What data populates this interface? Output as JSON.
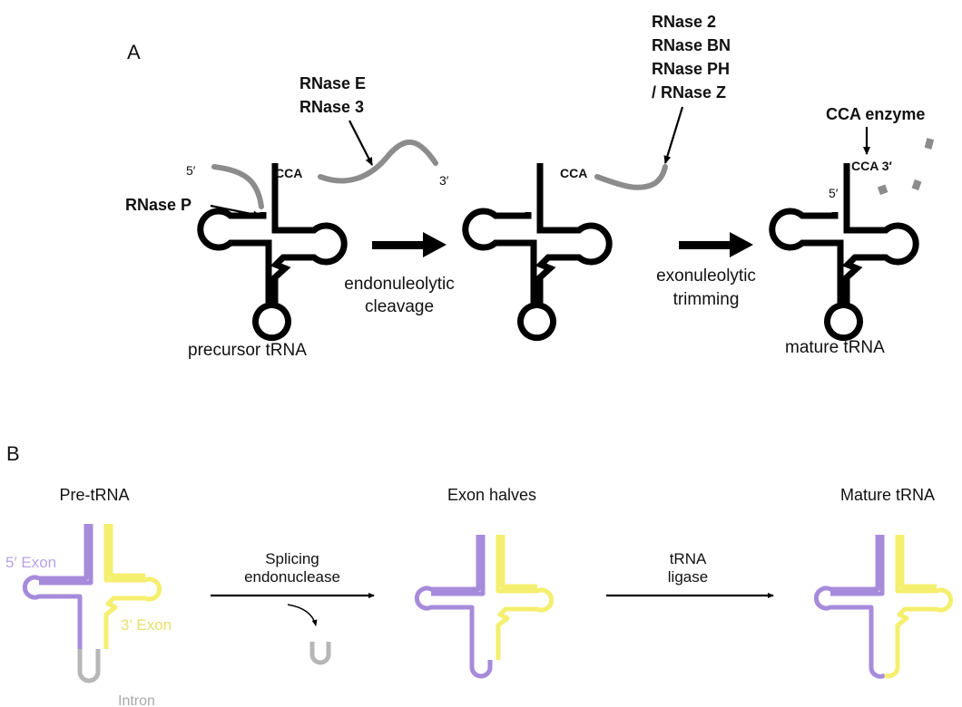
{
  "colors": {
    "tRNA_backbone": "#000000",
    "leader_trailer": "#8c8c8c",
    "exon_5": "#a78bdb",
    "exon_3": "#f4ef6e",
    "intron": "#b6b6b6"
  },
  "panel_a": {
    "label": "A",
    "enzymes": {
      "rnase_e_3": [
        "RNase E",
        "RNase 3"
      ],
      "rnase_p": "RNase P",
      "rnase_trim": [
        "RNase 2",
        "RNase BN",
        "RNase PH",
        "/ RNase Z"
      ],
      "cca_enzyme": "CCA enzyme"
    },
    "ends": {
      "five_prime": "5′",
      "three_prime": "3′",
      "cca": "CCA",
      "cca_3": "CCA 3′"
    },
    "steps": {
      "step1": [
        "endonuleolytic",
        "cleavage"
      ],
      "step2": [
        "exonuleolytic",
        "trimming"
      ]
    },
    "captions": {
      "precursor": "precursor tRNA",
      "mature": "mature tRNA"
    }
  },
  "panel_b": {
    "label": "B",
    "titles": {
      "pre": "Pre-tRNA",
      "halves": "Exon halves",
      "mature": "Mature tRNA"
    },
    "labels": {
      "exon5": "5′ Exon",
      "exon3": "3′ Exon",
      "intron": "Intron"
    },
    "steps": {
      "step1": [
        "Splicing",
        "endonuclease"
      ],
      "step2": [
        "tRNA",
        "ligase"
      ]
    }
  }
}
